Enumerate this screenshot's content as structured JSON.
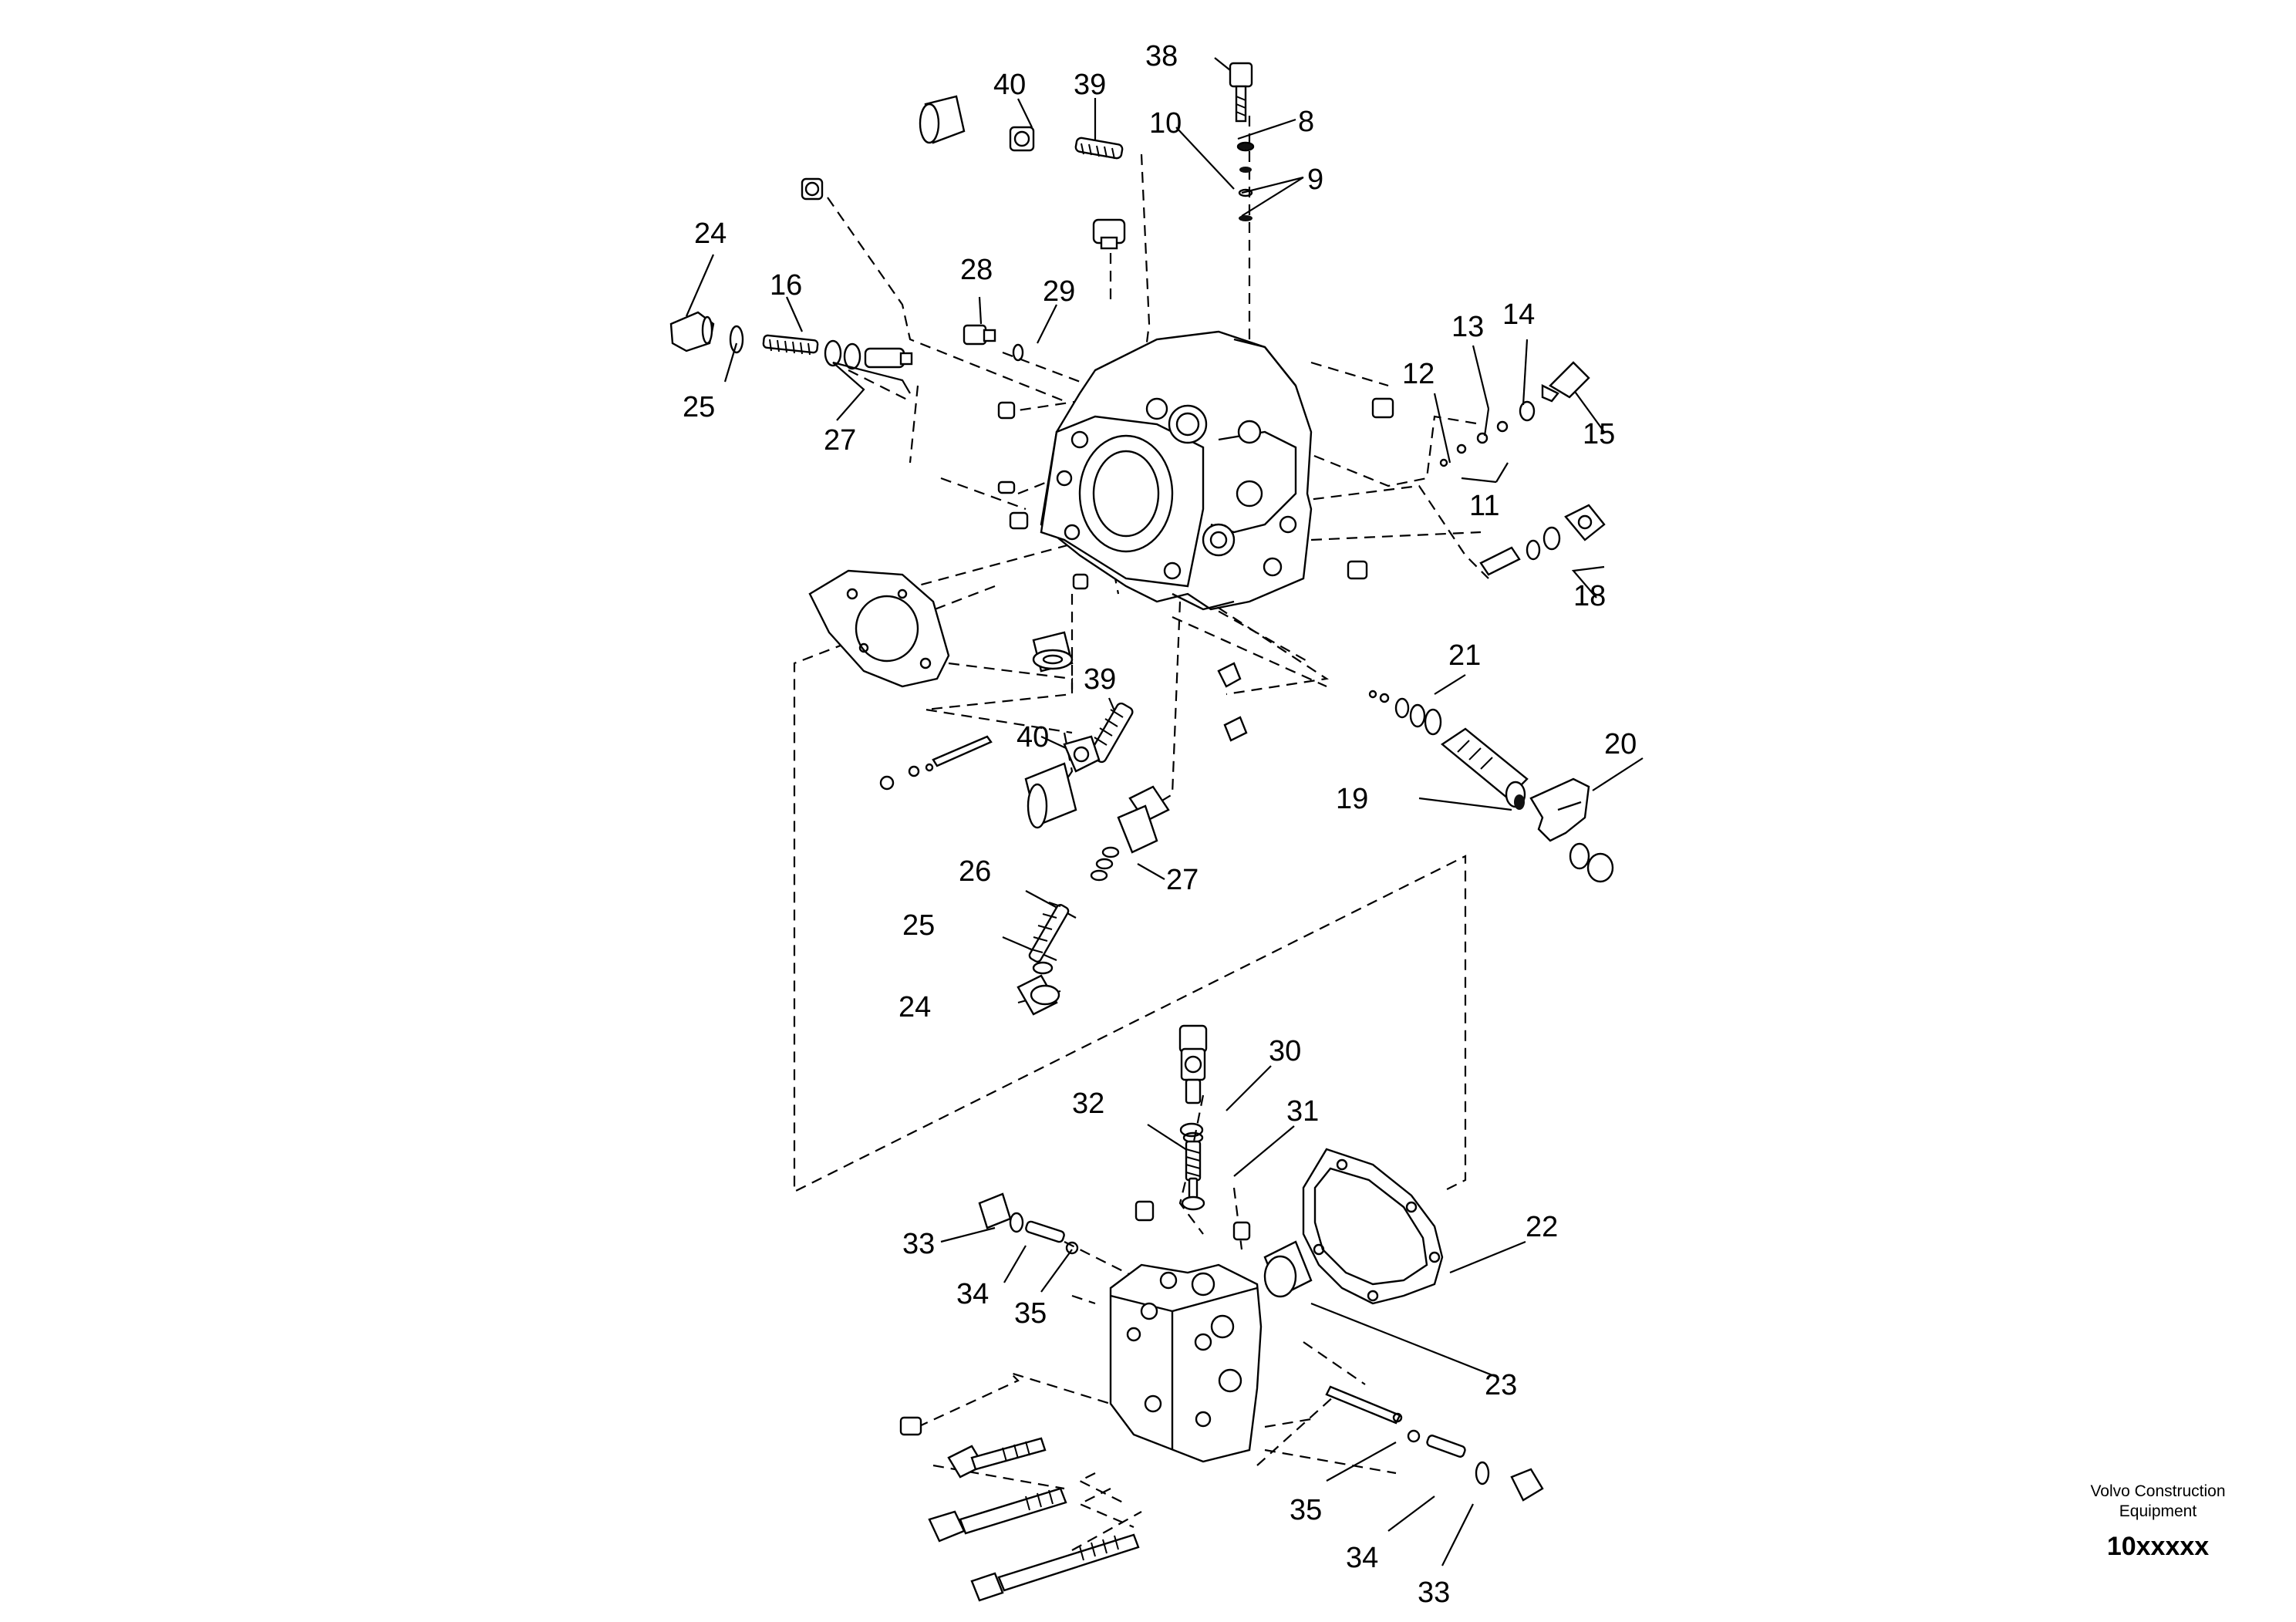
{
  "callouts": [
    {
      "id": "c38",
      "text": "38"
    },
    {
      "id": "c40a",
      "text": "40"
    },
    {
      "id": "c39a",
      "text": "39"
    },
    {
      "id": "c10",
      "text": "10"
    },
    {
      "id": "c8",
      "text": "8"
    },
    {
      "id": "c9",
      "text": "9"
    },
    {
      "id": "c24a",
      "text": "24"
    },
    {
      "id": "c16",
      "text": "16"
    },
    {
      "id": "c28",
      "text": "28"
    },
    {
      "id": "c29",
      "text": "29"
    },
    {
      "id": "c25a",
      "text": "25"
    },
    {
      "id": "c27a",
      "text": "27"
    },
    {
      "id": "c13",
      "text": "13"
    },
    {
      "id": "c14",
      "text": "14"
    },
    {
      "id": "c12",
      "text": "12"
    },
    {
      "id": "c15",
      "text": "15"
    },
    {
      "id": "c11",
      "text": "11"
    },
    {
      "id": "c18",
      "text": "18"
    },
    {
      "id": "c21",
      "text": "21"
    },
    {
      "id": "c39b",
      "text": "39"
    },
    {
      "id": "c40b",
      "text": "40"
    },
    {
      "id": "c20",
      "text": "20"
    },
    {
      "id": "c19",
      "text": "19"
    },
    {
      "id": "c26",
      "text": "26"
    },
    {
      "id": "c27b",
      "text": "27"
    },
    {
      "id": "c25b",
      "text": "25"
    },
    {
      "id": "c24b",
      "text": "24"
    },
    {
      "id": "c30",
      "text": "30"
    },
    {
      "id": "c32",
      "text": "32"
    },
    {
      "id": "c31",
      "text": "31"
    },
    {
      "id": "c22",
      "text": "22"
    },
    {
      "id": "c33a",
      "text": "33"
    },
    {
      "id": "c34a",
      "text": "34"
    },
    {
      "id": "c35a",
      "text": "35"
    },
    {
      "id": "c23",
      "text": "23"
    },
    {
      "id": "c35b",
      "text": "35"
    },
    {
      "id": "c34b",
      "text": "34"
    },
    {
      "id": "c33b",
      "text": "33"
    }
  ],
  "footer": {
    "line1": "Volvo Construction",
    "line2": "Equipment",
    "code": "10xxxxx"
  }
}
